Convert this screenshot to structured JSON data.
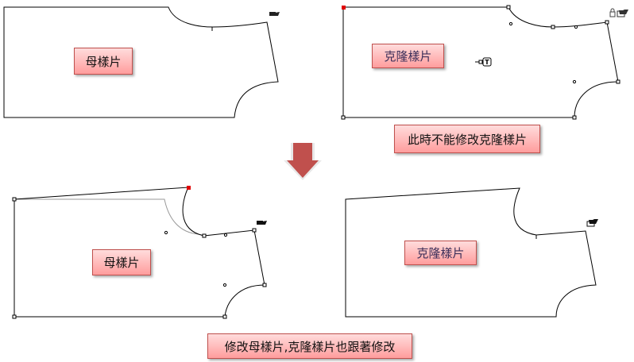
{
  "labels": {
    "master_top": "母樣片",
    "clone_top": "克隆樣片",
    "clone_locked_note": "此時不能修改克隆樣片",
    "master_bottom": "母樣片",
    "clone_bottom": "克隆樣片",
    "bottom_note": "修改母樣片,克隆樣片也跟著修改"
  },
  "icons": {
    "piece_flag": "folder-icon",
    "lock": "lock-icon",
    "arrow": "down-arrow-icon",
    "text_marker": "T"
  },
  "colors": {
    "label_border": "#c0504d",
    "selected_point": "#e00000",
    "arrow": "#c0504d",
    "original_outline": "#999999"
  }
}
